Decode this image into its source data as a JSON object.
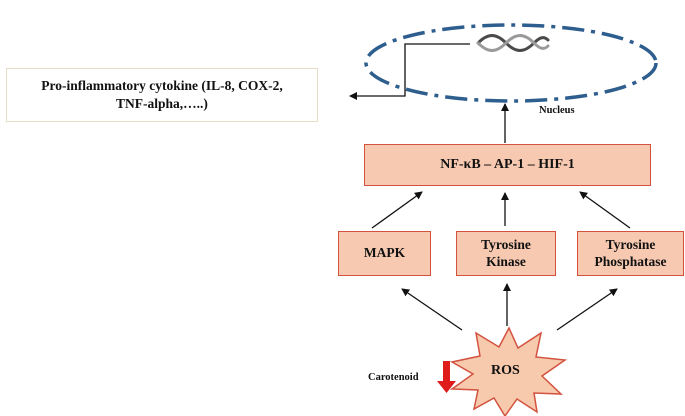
{
  "cytokine": {
    "line1": "Pro-inflammatory cytokine (IL-8, COX-2,",
    "line2": "TNF-alpha,…..)"
  },
  "nucleus_label": "Nucleus",
  "transcription_factors": "NF-κB – AP-1 – HIF-1",
  "kinases": [
    {
      "line1": "MAPK",
      "line2": ""
    },
    {
      "line1": "Tyrosine",
      "line2": "Kinase"
    },
    {
      "line1": "Tyrosine",
      "line2": "Phosphatase"
    }
  ],
  "ros_label": "ROS",
  "carotenoid_label": "Carotenoid",
  "colors": {
    "box_fill": "#f6c9b0",
    "box_border": "#d2523f",
    "nucleus": "#2e5e8e",
    "down_arrow": "#e01b1b",
    "ros_fill": "#f7c9ad"
  }
}
